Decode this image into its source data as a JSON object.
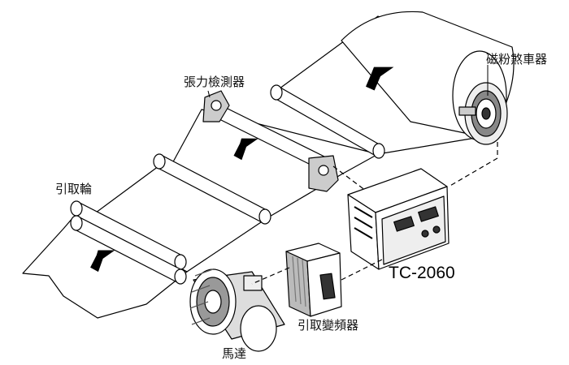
{
  "labels": {
    "magnetic_brake": "磁粉煞車器",
    "tension_detector": "張力檢測器",
    "pull_roller": "引取輪",
    "controller_model": "TC-2060",
    "pull_inverter": "引取變頻器",
    "motor": "馬達"
  },
  "icons": [
    "arrow-down-left-icon"
  ],
  "colors": {
    "line": "#000000",
    "fill": "#ffffff",
    "shade": "#d9d9d9",
    "dark": "#333333"
  }
}
